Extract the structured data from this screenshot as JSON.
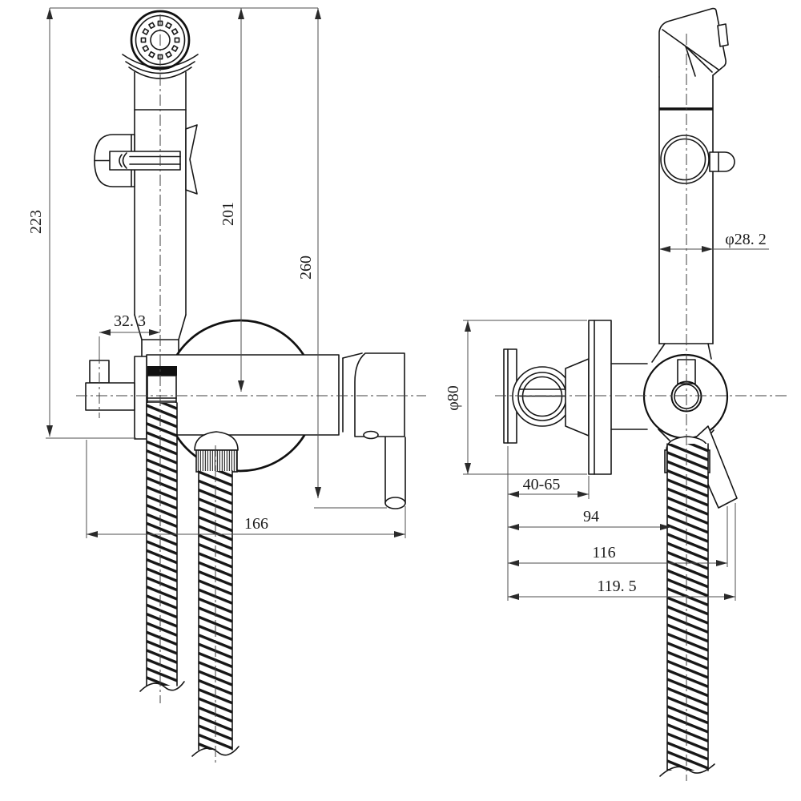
{
  "drawing": {
    "kind": "technical-drawing",
    "subject": "wall-mounted bidet sprayer set with mixer valve, front and side views"
  },
  "dimensions": {
    "overall_height": "223",
    "head_to_valve_axis": "201",
    "head_to_handle_bottom": "260",
    "outlet_offset": "32. 3",
    "front_overall_width": "166",
    "sprayer_diameter": "φ28. 2",
    "flange_diameter": "φ80",
    "wall_embed_range": "40-65",
    "wall_to_hose_axis": "94",
    "wall_to_handle": "116",
    "wall_to_handle_tip": "119. 5"
  }
}
